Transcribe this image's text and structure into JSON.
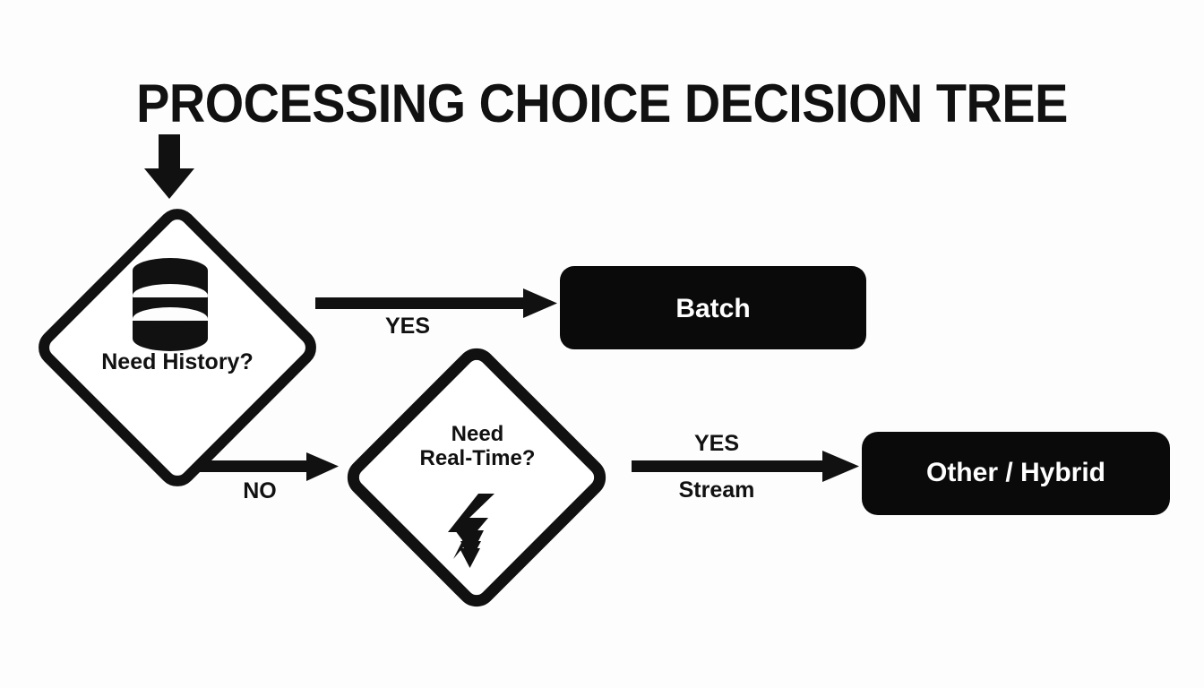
{
  "title": "PROCESSING CHOICE DECISION TREE",
  "colors": {
    "background": "#fdfdfd",
    "stroke": "#111111",
    "result_fill": "#0a0a0a",
    "result_text": "#ffffff"
  },
  "nodes": {
    "decision_1": {
      "label": "Need History?",
      "icon": "database-icon",
      "shape": "diamond"
    },
    "decision_2": {
      "label": "Need\nReal-Time?",
      "icon": "lightning-bolt-icon",
      "shape": "diamond"
    },
    "result_1": {
      "label": "Batch",
      "shape": "rounded-rectangle"
    },
    "result_2": {
      "label": "Other / Hybrid",
      "shape": "rounded-rectangle"
    }
  },
  "edges": {
    "entry": {
      "label": "",
      "icon": "down-arrow-icon"
    },
    "yes_to_batch": {
      "label": "YES"
    },
    "no_to_realtime": {
      "label": "NO"
    },
    "yes_to_other_line1": {
      "label": "YES"
    },
    "yes_to_other_line2": {
      "label": "Stream"
    }
  }
}
